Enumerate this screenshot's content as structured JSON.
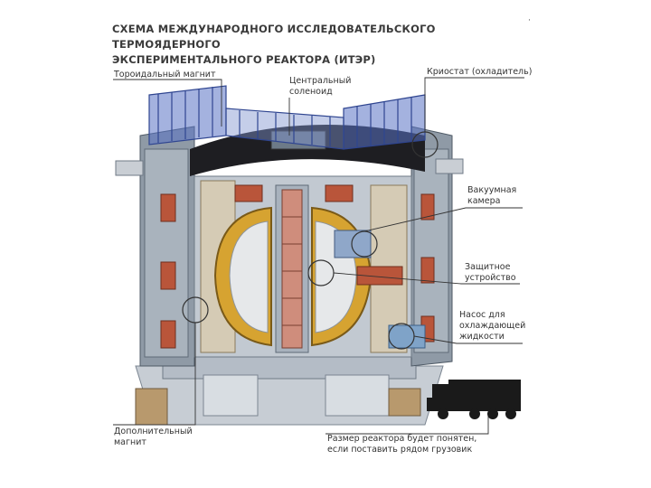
{
  "title": {
    "line1": "Схема международного исследовательского термоядерного",
    "line2": "экспериментального реактора (ИТЭР)"
  },
  "labels": {
    "toroidal_magnet": "Тороидальный магнит",
    "central_solenoid_1": "Центральный",
    "central_solenoid_2": "соленоид",
    "cryostat": "Криостат (охладитель)",
    "vacuum_chamber_1": "Вакуумная",
    "vacuum_chamber_2": "камера",
    "shield_1": "Защитное",
    "shield_2": "устройство",
    "pump_1": "Насос для",
    "pump_2": "охлаждающей",
    "pump_3": "жидкости",
    "aux_magnet_1": "Дополнительный",
    "aux_magnet_2": "магнит",
    "truck_note_1": "Размер реактора будет понятен,",
    "truck_note_2": "если поставить рядом грузовик"
  },
  "colors": {
    "steel": "#9aa6b2",
    "steel_dark": "#5f6b78",
    "blue_frame": "#4a63b8",
    "magnet_red": "#b9553a",
    "plasma_gold": "#d6a331",
    "dark_lid": "#1e1e22",
    "truck": "#1a1a1a"
  }
}
